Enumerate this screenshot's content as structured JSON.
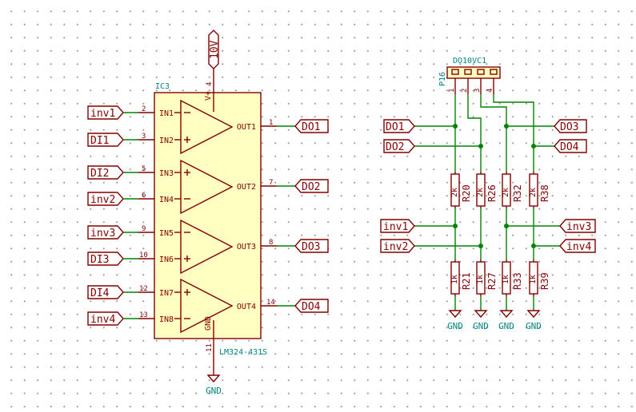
{
  "ic": {
    "ref": "IC3",
    "value": "LM324-431S",
    "vplus": "V+",
    "gnd": "GND",
    "pins": {
      "in1": "IN1",
      "in2": "IN2",
      "in3": "IN3",
      "in4": "IN4",
      "in5": "IN5",
      "in6": "IN6",
      "in7": "IN7",
      "in8": "IN8",
      "out1": "OUT1",
      "out2": "OUT2",
      "out3": "OUT3",
      "out4": "OUT4"
    },
    "pin_numbers": {
      "in1": "2",
      "in2": "3",
      "in3": "5",
      "in4": "6",
      "in5": "9",
      "in6": "10",
      "in7": "12",
      "in8": "13",
      "out1": "1",
      "out2": "7",
      "out3": "8",
      "out4": "14",
      "vcc": "4",
      "gnd": "11"
    }
  },
  "power": {
    "supply": "10V",
    "ground": "GND"
  },
  "left_labels": [
    "inv1",
    "DI1",
    "DI2",
    "inv2",
    "inv3",
    "DI3",
    "DI4",
    "inv4"
  ],
  "out_labels": [
    "DO1",
    "DO2",
    "DO3",
    "DO4"
  ],
  "connector": {
    "ref": "P16",
    "value": "DO10VC1",
    "pins": [
      "1",
      "2",
      "3",
      "4"
    ]
  },
  "divider_labels": {
    "left": [
      "DO1",
      "DO2",
      "inv1",
      "inv2"
    ],
    "right": [
      "DO3",
      "DO4",
      "inv3",
      "inv4"
    ]
  },
  "resistors_top": [
    {
      "ref": "R20",
      "value": "2k"
    },
    {
      "ref": "R26",
      "value": "2k"
    },
    {
      "ref": "R32",
      "value": "2k"
    },
    {
      "ref": "R38",
      "value": "2k"
    }
  ],
  "resistors_bottom": [
    {
      "ref": "R21",
      "value": "1k"
    },
    {
      "ref": "R27",
      "value": "1k"
    },
    {
      "ref": "R33",
      "value": "1k"
    },
    {
      "ref": "R39",
      "value": "1k"
    }
  ],
  "grounds": [
    "GND",
    "GND",
    "GND",
    "GND"
  ]
}
